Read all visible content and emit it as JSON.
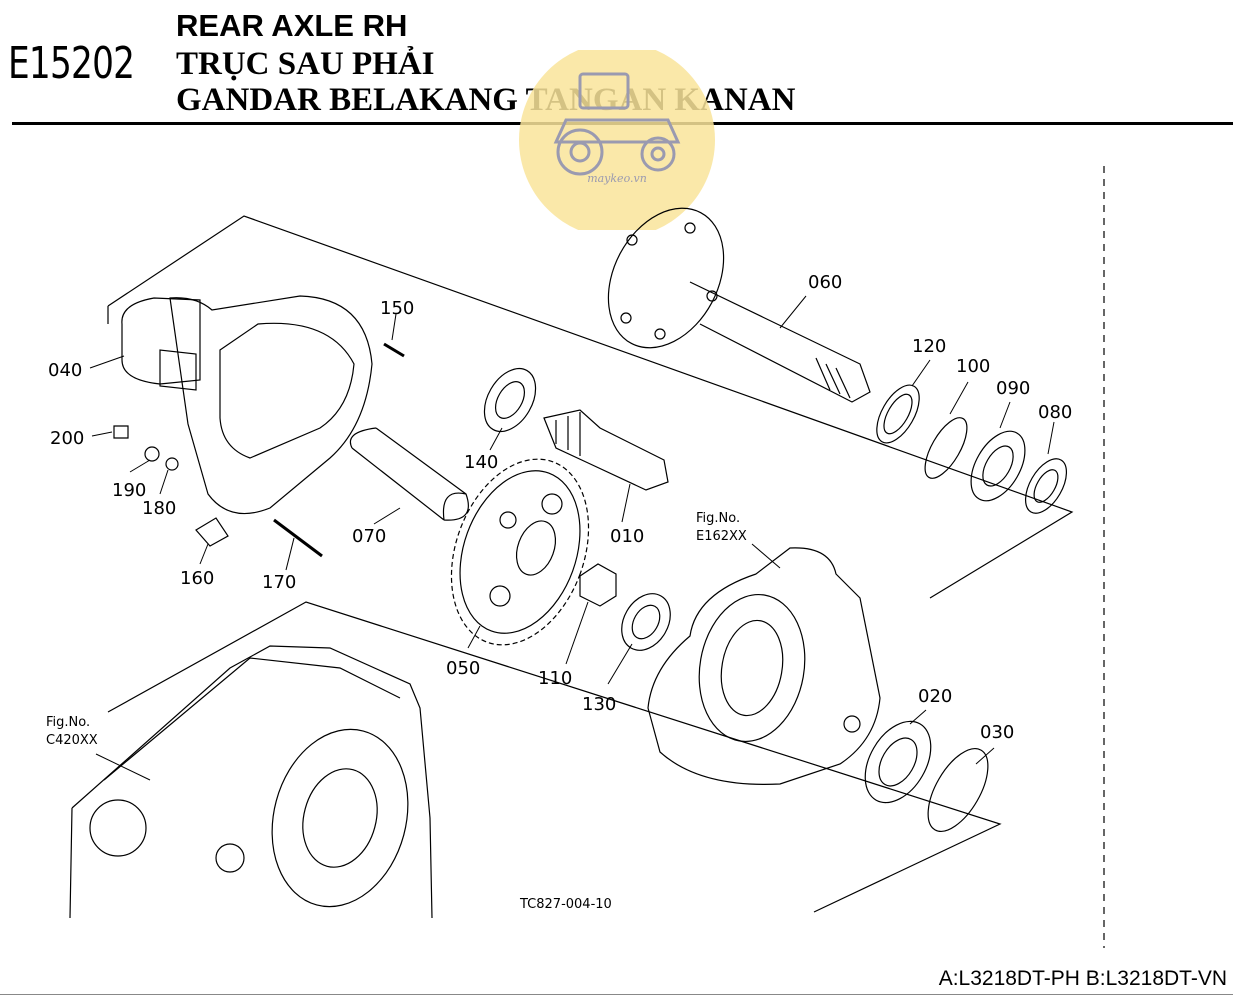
{
  "header": {
    "code": "E15202",
    "title_en": "REAR AXLE RH",
    "title_vi": "TRỤC SAU PHẢI",
    "title_id": "GANDAR BELAKANG TANGAN KANAN"
  },
  "watermark": {
    "text": "maykeo.vn",
    "color": "#f7e08a"
  },
  "parts": [
    "010",
    "020",
    "030",
    "040",
    "050",
    "060",
    "070",
    "080",
    "090",
    "100",
    "110",
    "120",
    "130",
    "140",
    "150",
    "160",
    "170",
    "180",
    "190",
    "200"
  ],
  "figure_refs": [
    {
      "label": "Fig.No.",
      "value": "E162XX"
    },
    {
      "label": "Fig.No.",
      "value": "C420XX"
    }
  ],
  "drawing_code": "TC827-004-10",
  "footer": {
    "models": "A:L3218DT-PH B:L3218DT-VN"
  }
}
